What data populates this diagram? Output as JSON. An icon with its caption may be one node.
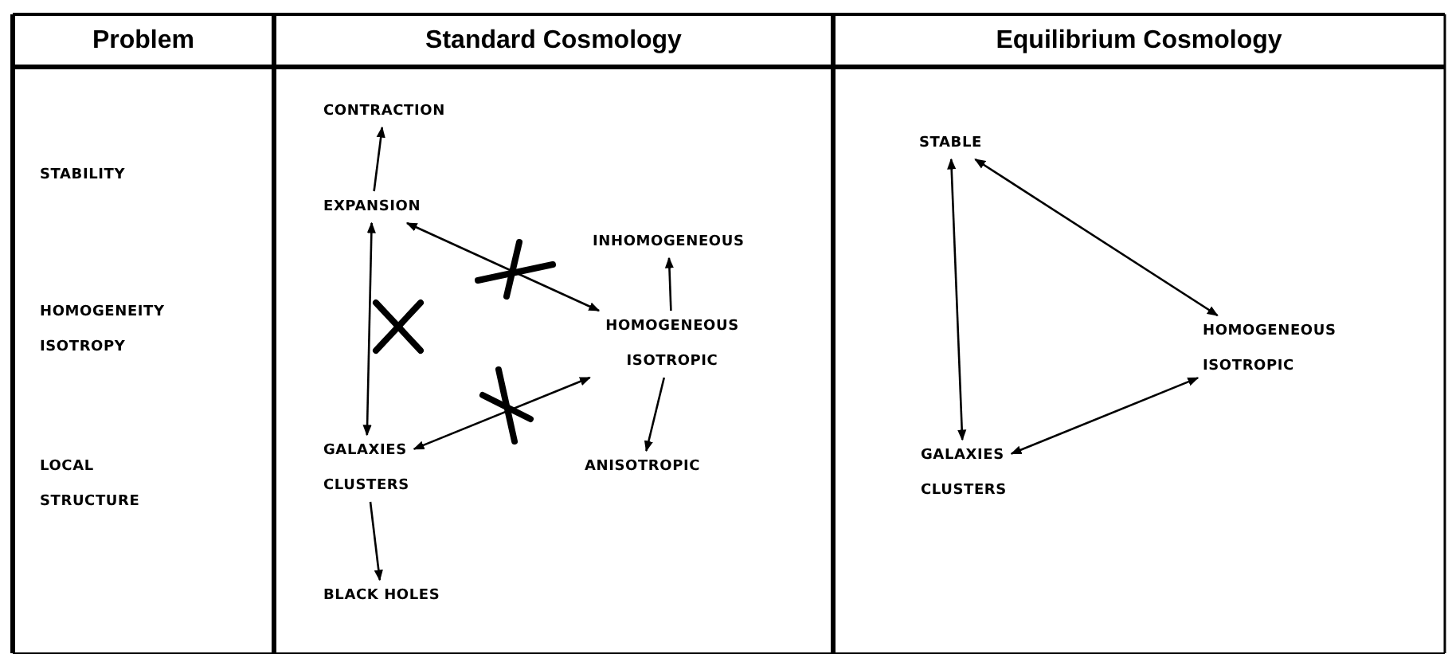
{
  "diagram": {
    "nodes": [
      {
        "text": [
          "CONTRACTION"
        ]
      },
      {
        "text": [
          "EXPANSION"
        ]
      },
      {
        "text": [
          "INHOMOGENEOUS"
        ]
      },
      {
        "text": [
          "HOMOGENEOUS ISOTROPIC"
        ]
      },
      {
        "text": [
          "GALAXIES CLUSTERS"
        ]
      },
      {
        "text": [
          "ANISOTROPIC"
        ]
      },
      {
        "text": [
          "BLACK HOLES"
        ]
      },
      {
        "text": [
          "STABLE"
        ]
      },
      {
        "text": [
          "HOMOGENEOUS ISOTROPIC"
        ]
      },
      {
        "text": [
          "GALAXIES CLUSTERS"
        ]
      }
    ],
    "edges": [
      {
        "from": 1,
        "to": 0,
        "arrow": "to"
      },
      {
        "from": 1,
        "to": 4,
        "arrow": "both"
      },
      {
        "from": 1,
        "to": 3,
        "arrow": "both"
      },
      {
        "from": 4,
        "to": 3,
        "arrow": "both"
      },
      {
        "from": 3,
        "to": 2,
        "arrow": "to"
      },
      {
        "from": 3,
        "to": 5,
        "arrow": "to"
      },
      {
        "from": 4,
        "to": 6,
        "arrow": "to"
      },
      {
        "from": 7,
        "to": 9,
        "arrow": "both"
      },
      {
        "from": 7,
        "to": 8,
        "arrow": "both"
      },
      {
        "from": 8,
        "to": 9,
        "arrow": "both"
      }
    ],
    "labels": [
      "Problem",
      "Standard Cosmology",
      "Equilibrium Cosmology",
      "STABILITY",
      "HOMOGENEITY ISOTROPY",
      "LOCAL STRUCTURE"
    ]
  }
}
